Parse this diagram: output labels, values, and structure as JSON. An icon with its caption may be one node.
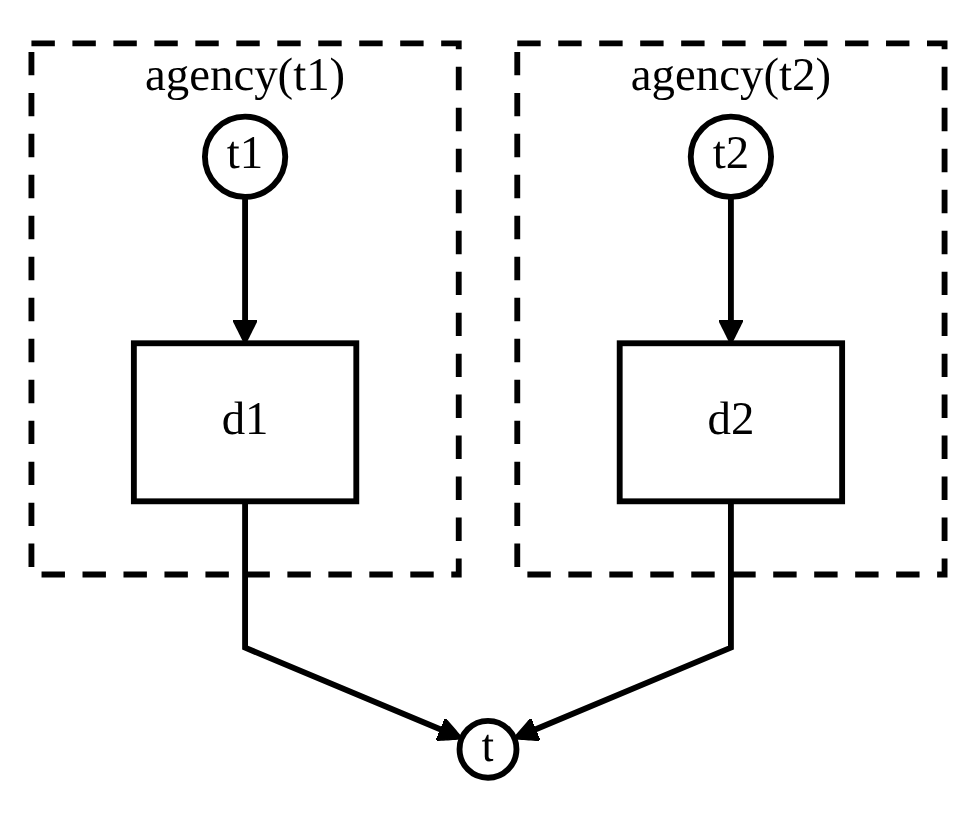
{
  "diagram": {
    "nodes": [
      {
        "text": [
          "agency(t1)"
        ]
      },
      {
        "text": [
          "t1"
        ],
        "in": 0
      },
      {
        "text": [
          "d1"
        ],
        "in": 0
      },
      {
        "text": [
          "agency(t2)"
        ]
      },
      {
        "text": [
          "t2"
        ],
        "in": 3
      },
      {
        "text": [
          "d2"
        ],
        "in": 3
      },
      {
        "text": [
          "t"
        ]
      }
    ],
    "edges": [
      {
        "from": 1,
        "to": 2,
        "arrow": "to"
      },
      {
        "from": 4,
        "to": 5,
        "arrow": "to"
      },
      {
        "from": 2,
        "to": 6,
        "arrow": "to"
      },
      {
        "from": 5,
        "to": 6,
        "arrow": "to"
      }
    ]
  }
}
